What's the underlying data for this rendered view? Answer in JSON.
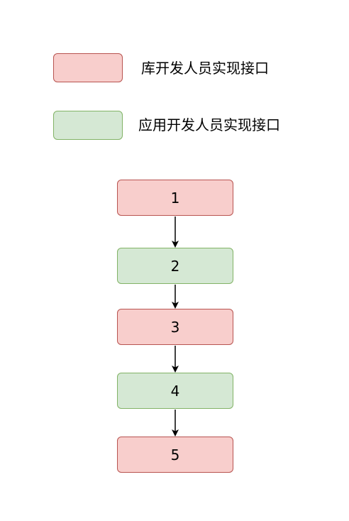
{
  "legend": {
    "library": {
      "label": "库开发人员实现接口",
      "fill": "#f8cecc",
      "stroke": "#b85450"
    },
    "application": {
      "label": "应用开发人员实现接口",
      "fill": "#d5e8d4",
      "stroke": "#82b366"
    }
  },
  "steps": [
    {
      "label": "1",
      "role": "library"
    },
    {
      "label": "2",
      "role": "application"
    },
    {
      "label": "3",
      "role": "library"
    },
    {
      "label": "4",
      "role": "application"
    },
    {
      "label": "5",
      "role": "library"
    }
  ],
  "colors": {
    "arrow": "#000000"
  }
}
